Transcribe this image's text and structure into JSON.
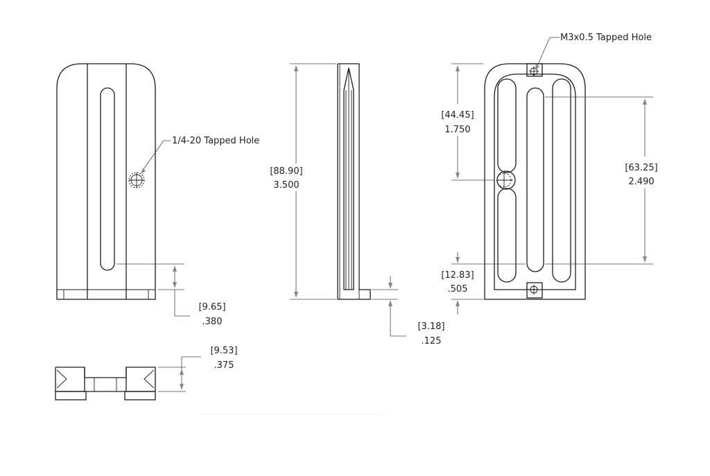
{
  "callouts": {
    "quarter_hole": "1/4-20 Tapped Hole",
    "m3_hole": "M3x0.5 Tapped Hole"
  },
  "dimensions": {
    "overall_height": {
      "metric": "[88.90]",
      "imperial": "3.500"
    },
    "hole_offset": {
      "metric": "[44.45]",
      "imperial": "1.750"
    },
    "slot_length": {
      "metric": "[63.25]",
      "imperial": "2.490"
    },
    "slot_bottom_offset": {
      "metric": "[12.83]",
      "imperial": ".505"
    },
    "front_bottom": {
      "metric": "[9.65]",
      "imperial": ".380"
    },
    "lip_height": {
      "metric": "[3.18]",
      "imperial": ".125"
    },
    "thickness": {
      "metric": "[9.53]",
      "imperial": ".375"
    }
  }
}
